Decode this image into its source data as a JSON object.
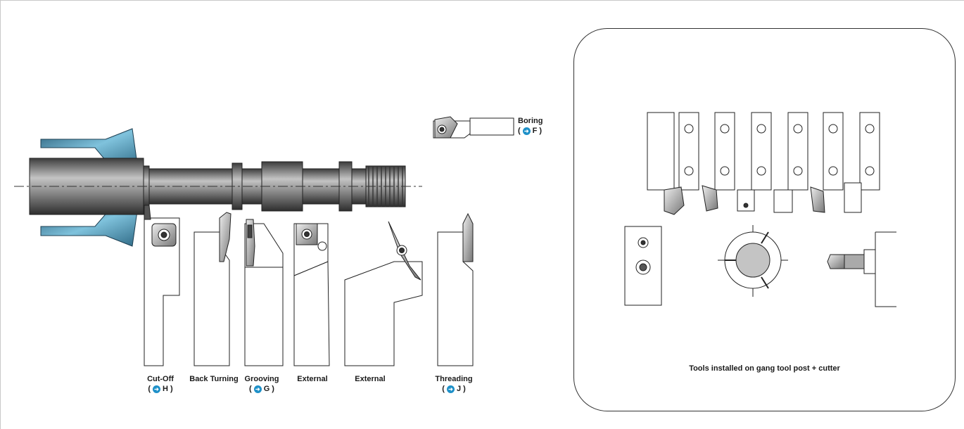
{
  "left_labels": {
    "cutoff": {
      "name": "Cut-Off",
      "ref": "H"
    },
    "back_turning": {
      "name": "Back Turning"
    },
    "grooving": {
      "name": "Grooving",
      "ref": "G"
    },
    "external_1": {
      "name": "External"
    },
    "external_2": {
      "name": "External"
    },
    "threading": {
      "name": "Threading",
      "ref": "J"
    },
    "boring": {
      "name": "Boring",
      "ref": "F"
    }
  },
  "panel": {
    "caption": "Tools installed on gang tool post + cutter"
  },
  "colors": {
    "chuck_blue": "#5aa9c8",
    "workpiece_gray": "#8a8a8a",
    "reference_arrow": "#1e90c8"
  }
}
